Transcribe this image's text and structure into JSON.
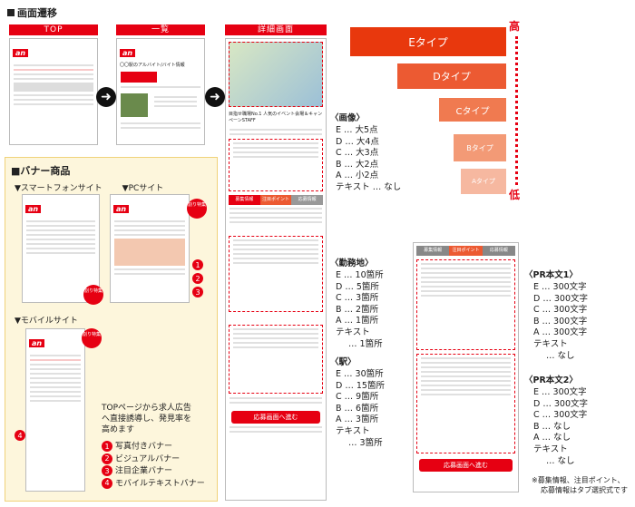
{
  "section_transition": "画面遷移",
  "columns": {
    "top": "TOP",
    "list": "一覧",
    "detail": "詳細画面"
  },
  "arrow_glyph": "➜",
  "logo": "an",
  "list_title": "〇〇駅のアルバイト/バイト情報",
  "detail_catch": "目指せ職場No.1 人気のイベント会場＆キャンペーンSTAFF",
  "image_label": "〈画像〉",
  "image_lines": [
    "E … 大5点",
    "D … 大4点",
    "C … 大3点",
    "B … 大2点",
    "A … 小2点",
    "テキスト … なし"
  ],
  "work_label": "〈勤務地〉",
  "work_lines": [
    "E … 10箇所",
    "D … 5箇所",
    "C … 3箇所",
    "B … 2箇所",
    "A … 1箇所",
    "テキスト",
    "… 1箇所"
  ],
  "station_label": "〈駅〉",
  "station_lines": [
    "E … 30箇所",
    "D … 15箇所",
    "C … 9箇所",
    "B … 6箇所",
    "A … 3箇所",
    "テキスト",
    "… 3箇所"
  ],
  "pr1_label": "〈PR本文1〉",
  "pr1_lines": [
    "E … 300文字",
    "D … 300文字",
    "C … 300文字",
    "B … 300文字",
    "A … 300文字",
    "テキスト",
    "… なし"
  ],
  "pr2_label": "〈PR本文2〉",
  "pr2_lines": [
    "E … 300文字",
    "D … 300文字",
    "C … 300文字",
    "B … なし",
    "A … なし",
    "テキスト",
    "… なし"
  ],
  "footnote_1": "※募集情報、注目ポイント、",
  "footnote_2": "応募情報はタブ選択式です",
  "types": [
    "Eタイプ",
    "Dタイプ",
    "Cタイプ",
    "Bタイプ",
    "Aタイプ"
  ],
  "high": "高",
  "low": "低",
  "banner_title": "■バナー商品",
  "smartphone_site": "▼スマートフォンサイト",
  "pc_site": "▼PCサイト",
  "mobile_site": "▼モバイルサイト",
  "cut_label": "割り特集",
  "banner_desc_1": "TOPページから求人広告",
  "banner_desc_2": "へ直接誘導し、発見率を",
  "banner_desc_3": "高めます",
  "banner_items": [
    {
      "num": "1",
      "label": "写真付きバナー"
    },
    {
      "num": "2",
      "label": "ビジュアルバナー"
    },
    {
      "num": "3",
      "label": "注目企業バナー"
    },
    {
      "num": "4",
      "label": "モバイルテキストバナー"
    }
  ],
  "detail_tabs": [
    "募集情報",
    "注目ポイント",
    "応募情報"
  ],
  "apply_button": "応募画面へ進む",
  "colors": {
    "accent": "#e60012",
    "e": "#e8380d",
    "d": "#ec5a32",
    "c": "#f07a50",
    "b": "#f39a76",
    "a": "#f6b8a0"
  }
}
